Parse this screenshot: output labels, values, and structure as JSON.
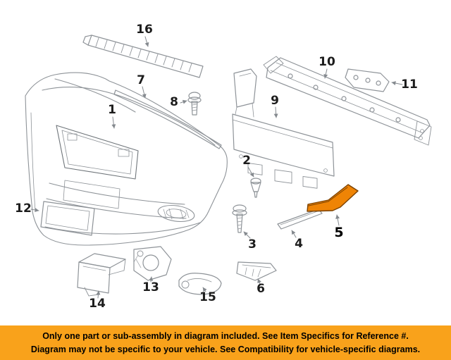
{
  "diagram_type": "exploded-parts-diagram-front-bumper",
  "part_labels": [
    "16",
    "7",
    "1",
    "8",
    "9",
    "10",
    "11",
    "2",
    "12",
    "3",
    "4",
    "5",
    "13",
    "14",
    "15",
    "6"
  ],
  "colors": {
    "banner_bg": "#f9a21b",
    "highlight_fill": "#ef8405",
    "highlight_stroke": "#7a4100",
    "line_gray": "#8e9398"
  },
  "banner": {
    "line1": "Only one part or sub-assembly in diagram included. See Item Specifics for Reference #.",
    "line2": "Diagram may not be specific to your vehicle. See Compatibility for vehicle-specific diagrams."
  }
}
